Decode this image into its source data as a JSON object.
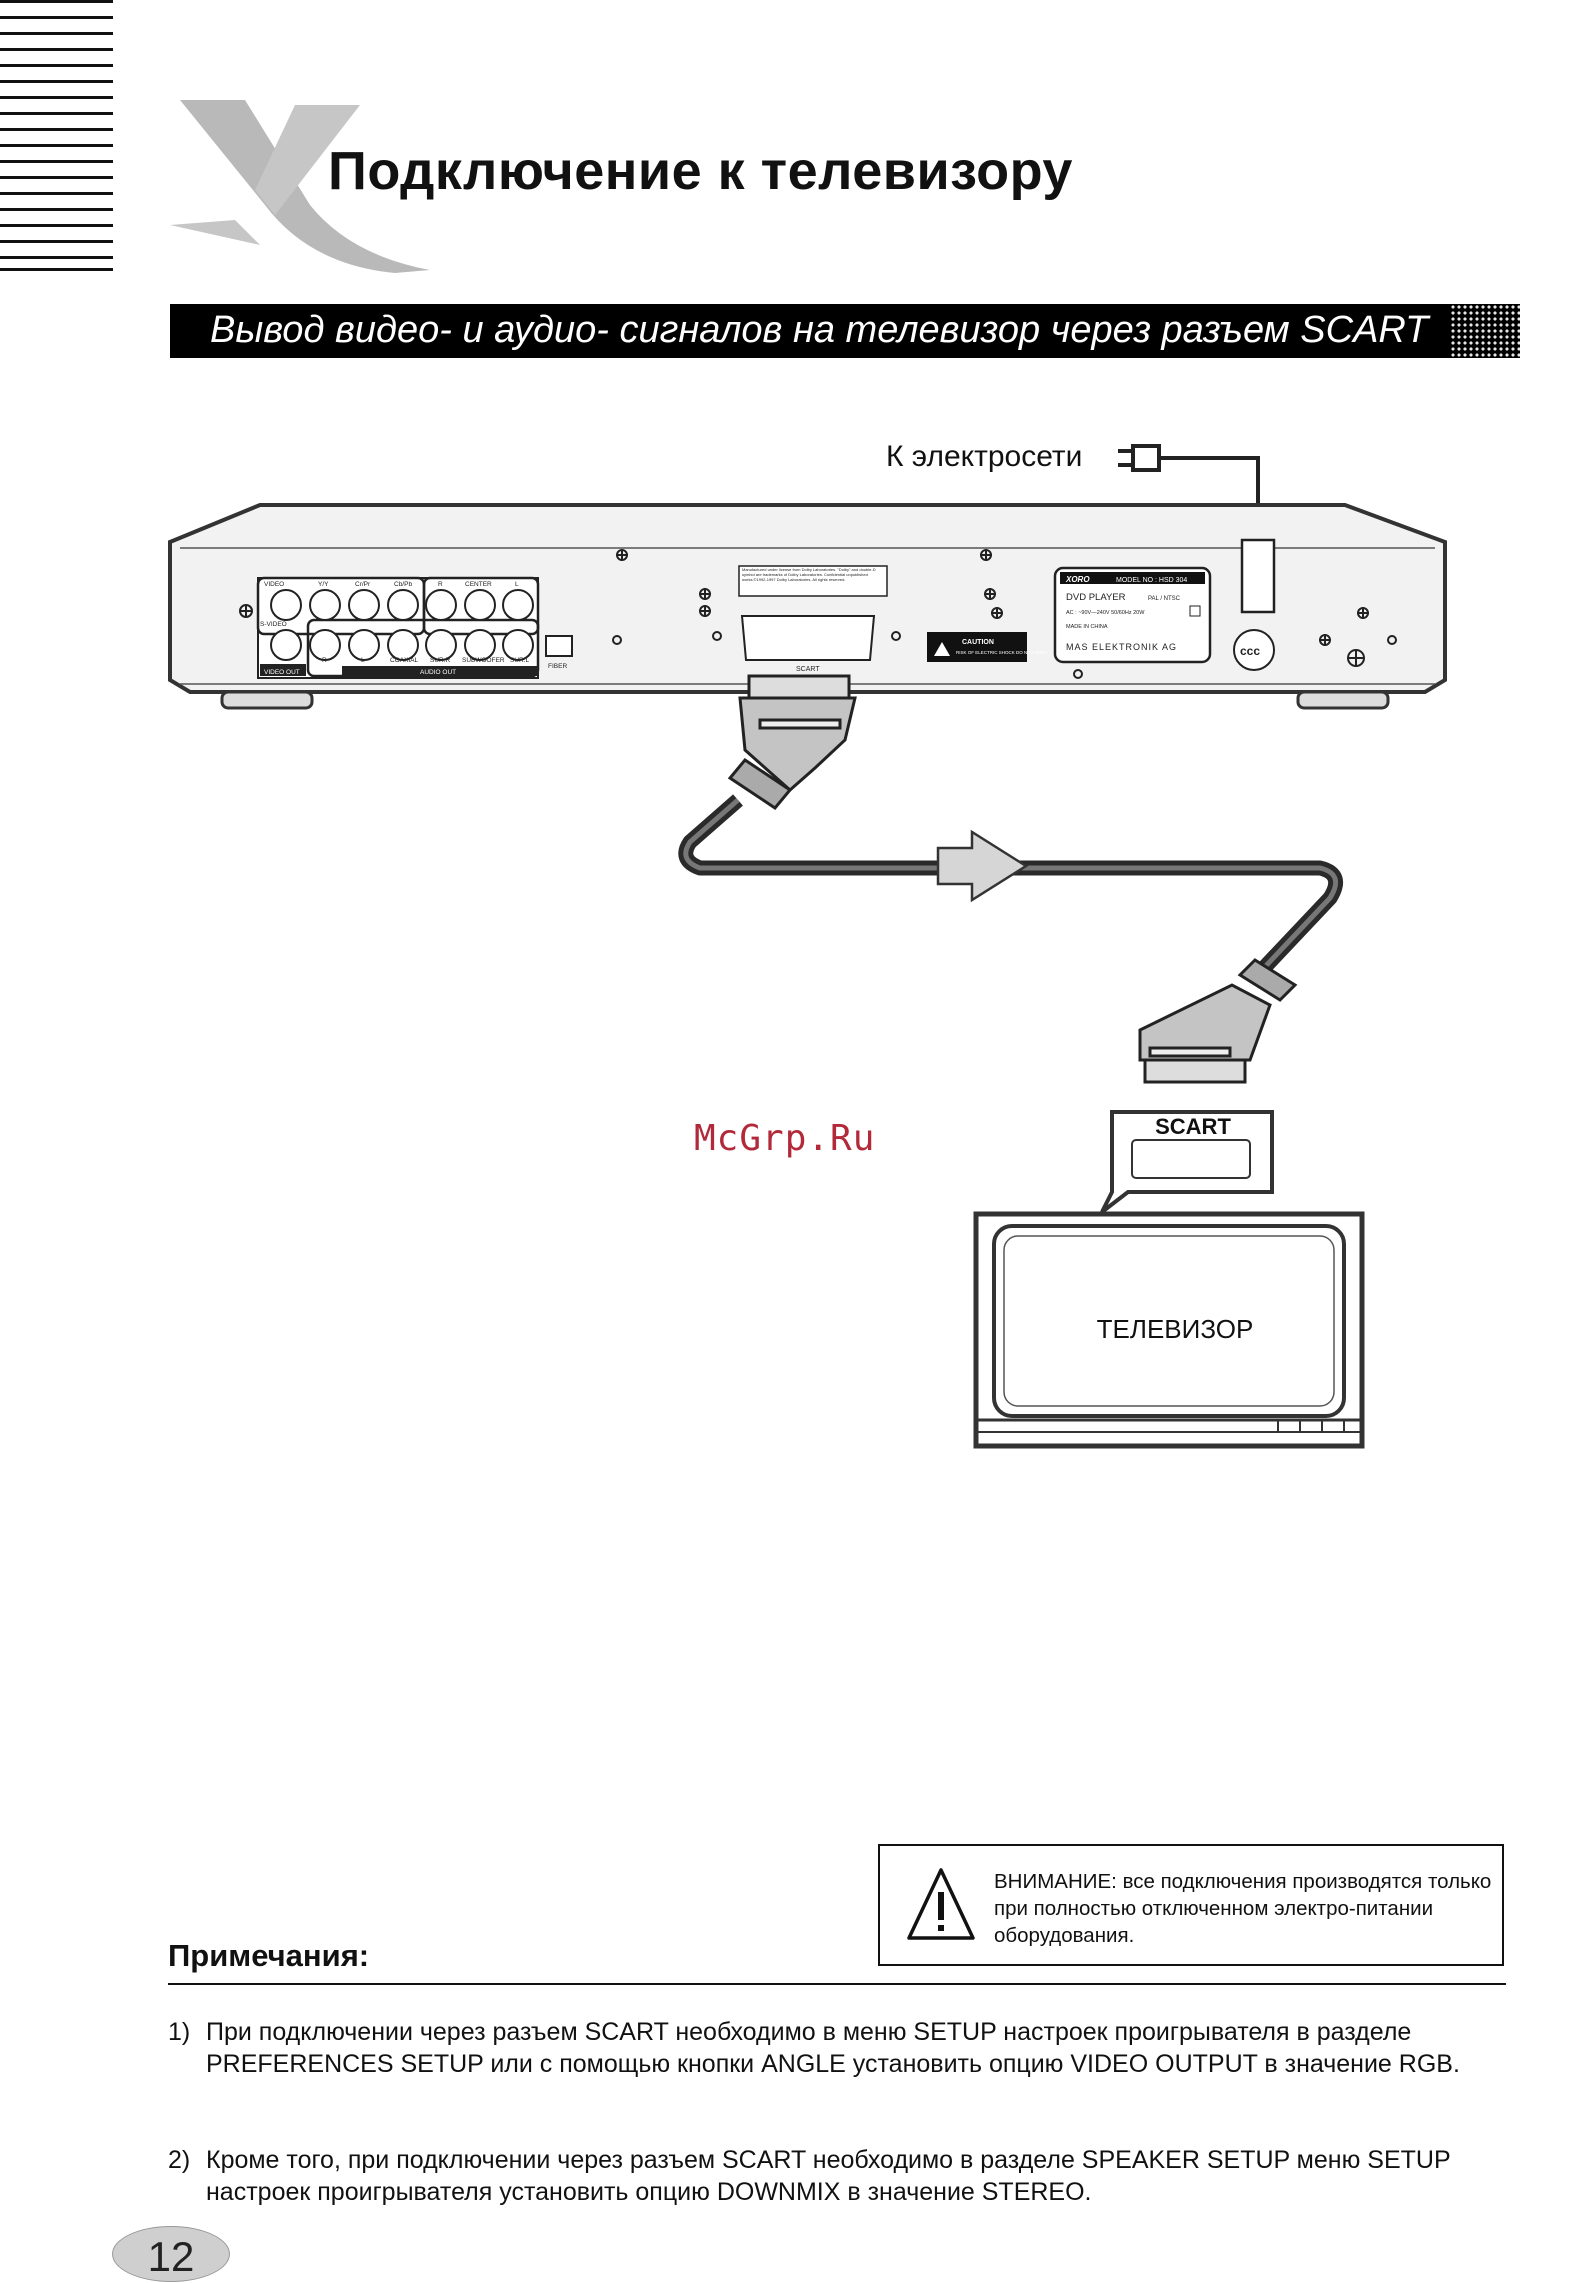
{
  "header": {
    "title": "Подключение к телевизору",
    "section_title": "Вывод видео- и аудио- сигналов на телевизор через разъем SCART"
  },
  "diagram": {
    "power_label": "К электросети",
    "watermark": "McGrp.Ru",
    "tv_scart_label": "SCART",
    "tv_label": "ТЕЛЕВИЗОР",
    "player_panel": {
      "jacks_top": [
        "VIDEO",
        "Y/Y",
        "Cr/Pr",
        "Cb/Pb",
        "R",
        "CENTER",
        "L"
      ],
      "jacks_bottom": [
        "S-VIDEO",
        "R",
        "L",
        "COAXIAL",
        "SUR.R",
        "SUBWOOFER",
        "SUR.L"
      ],
      "video_out": "VIDEO OUT",
      "audio_out": "AUDIO OUT",
      "fiber": "FIBER",
      "scart": "SCART",
      "license_text": "Manufactured under license from Dolby Laboratories. \"Dolby\" and double-D symbol are trademarks of Dolby Laboratories. Confidential unpublished works.©1992-1997 Dolby Laboratories. All rights reserved.",
      "caution": "CAUTION",
      "caution_sub": "RISK OF ELECTRIC SHOCK DO NOT OPEN",
      "brand": "XORO",
      "model": "MODEL NO : HSD 304",
      "product": "DVD PLAYER",
      "system": "PAL / NTSC",
      "power_spec": "AC : ~90V—240V  50/60Hz  20W",
      "made_in": "MADE IN CHINA",
      "maker": "MAS ELEKTRONIK AG"
    }
  },
  "warning": {
    "text": "ВНИМАНИЕ: все подключения производятся только при полностью отключенном электро-питании оборудования."
  },
  "notes": {
    "heading": "Примечания:",
    "items": [
      {
        "num": "1)",
        "text": "При подключении через разъем SCART необходимо в меню SETUP настроек проигрывателя в разделе PREFERENCES SETUP или с помощью кнопки  ANGLE установить опцию VIDEO OUTPUT в значение RGB."
      },
      {
        "num": "2)",
        "text": "Кроме того, при подключении через разъем SCART необходимо в разделе SPEAKER SETUP меню SETUP настроек проигрывателя установить опцию DOWNMIX в значение STEREO."
      }
    ]
  },
  "footer": {
    "page_number": "12"
  }
}
